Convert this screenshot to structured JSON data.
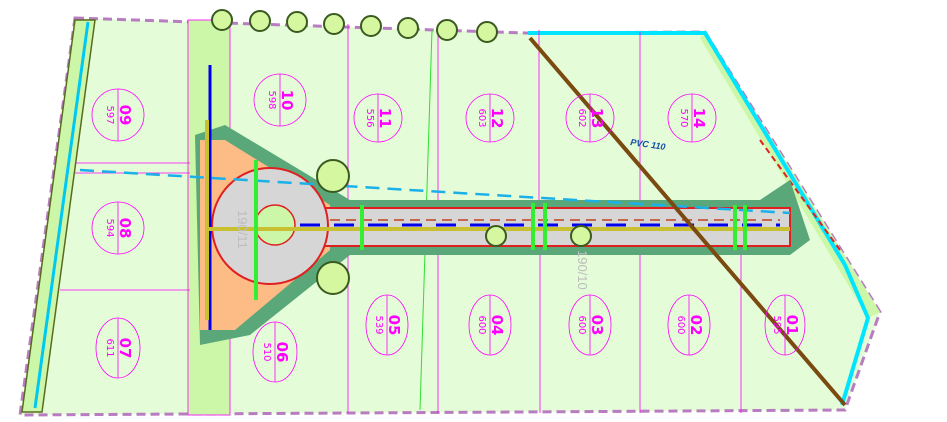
{
  "plan": {
    "lots": [
      {
        "number": "01",
        "area": "595"
      },
      {
        "number": "02",
        "area": "600"
      },
      {
        "number": "03",
        "area": "600"
      },
      {
        "number": "04",
        "area": "600"
      },
      {
        "number": "05",
        "area": "539"
      },
      {
        "number": "06",
        "area": "510"
      },
      {
        "number": "07",
        "area": "611"
      },
      {
        "number": "08",
        "area": "594"
      },
      {
        "number": "09",
        "area": "597"
      },
      {
        "number": "10",
        "area": "598"
      },
      {
        "number": "11",
        "area": "556"
      },
      {
        "number": "12",
        "area": "603"
      },
      {
        "number": "13",
        "area": "602"
      },
      {
        "number": "14",
        "area": "570"
      }
    ],
    "pipe_label": "PVC 110",
    "parcel_refs": [
      "190/11",
      "190/10"
    ]
  },
  "colors": {
    "lot_fill": "#e4fcd8",
    "lot_line": "#ff00ff",
    "road": "#d6d6d6",
    "verge": "#5aa87a",
    "sidewalk": "#fdbb86",
    "boundary": "#b87cc0",
    "water": "#00e5ff",
    "sewer": "#0000ee",
    "gas": "#7a4a10"
  }
}
